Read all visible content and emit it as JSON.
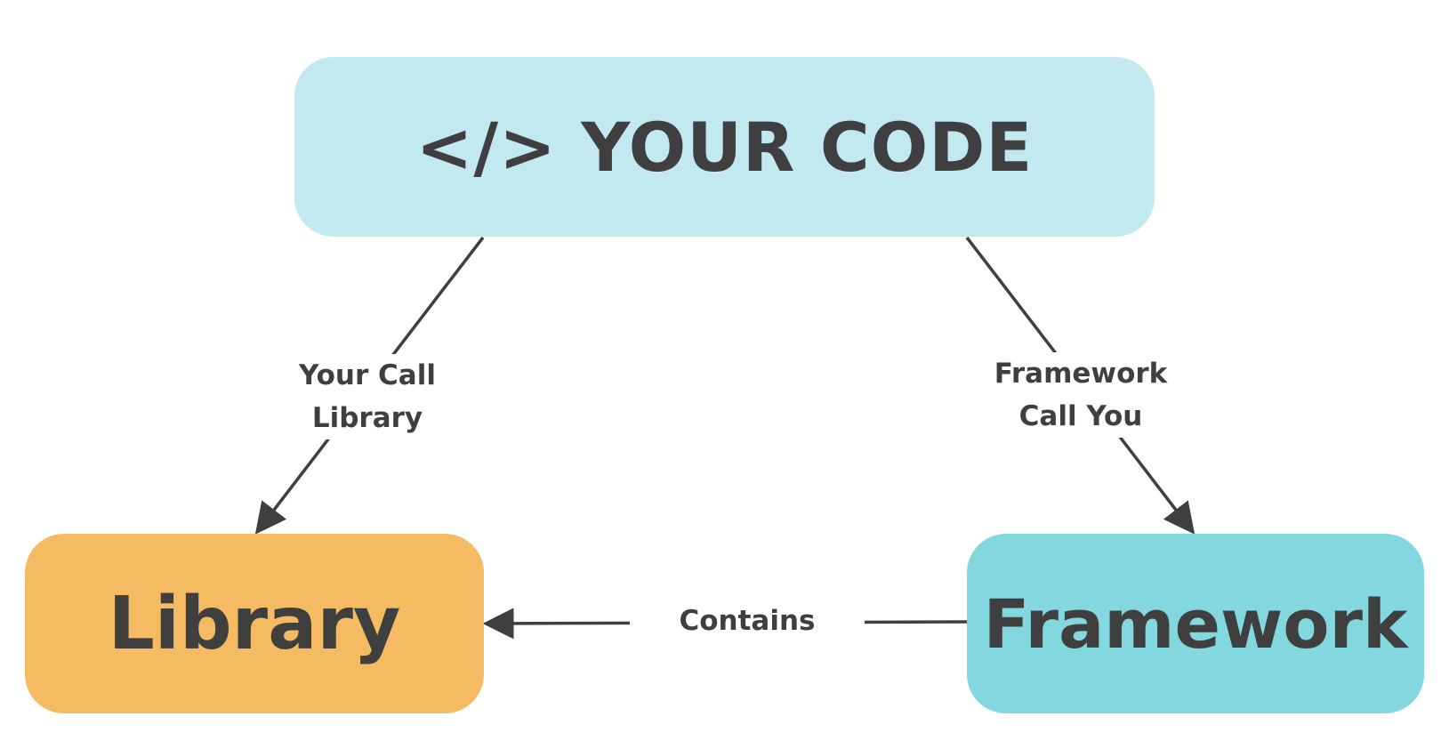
{
  "diagram": {
    "nodes": {
      "code": {
        "label": "</> YOUR CODE",
        "color": "#c2e8f0"
      },
      "library": {
        "label": "Library",
        "color": "#f5bb62"
      },
      "framework": {
        "label": "Framework",
        "color": "#82d8de"
      }
    },
    "edges": {
      "code_to_library": {
        "label_lines": [
          "Your Call",
          "Library"
        ]
      },
      "code_to_framework": {
        "label_lines": [
          "Framework",
          "Call You"
        ]
      },
      "framework_to_library": {
        "label": "Contains"
      }
    },
    "colors": {
      "text": "#3f3f3f",
      "arrow": "#3f3f3f",
      "background": "#ffffff"
    }
  }
}
